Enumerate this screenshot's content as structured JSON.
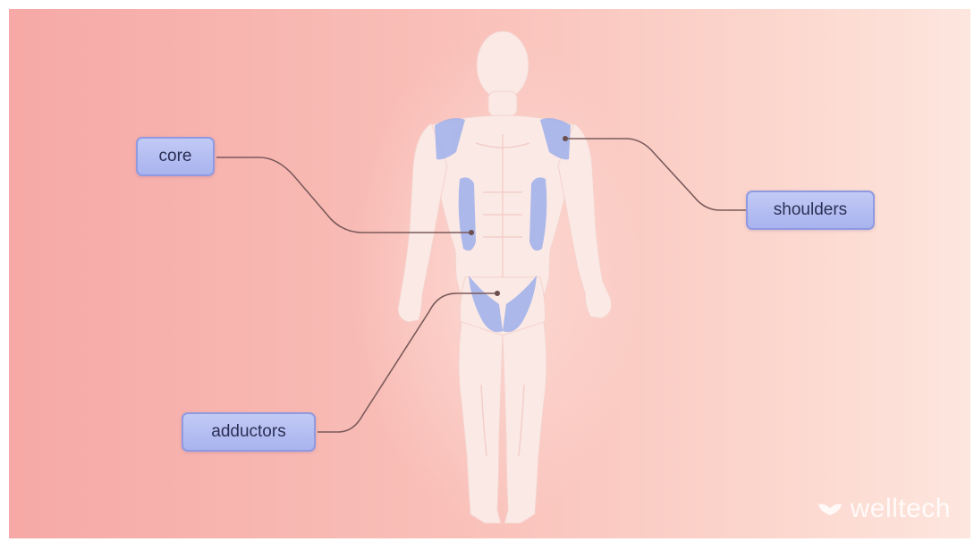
{
  "labels": {
    "core": "core",
    "shoulders": "shoulders",
    "adductors": "adductors"
  },
  "brand": {
    "name": "welltech"
  },
  "colors": {
    "background_left": "#f6a9a6",
    "background_right": "#fde6de",
    "body": "#fbe9e6",
    "muscle_highlight": "#9fb0ea",
    "label_fill": "#b3bcf0",
    "label_border": "#8f9ae0",
    "leader_line": "#7a5a5a"
  },
  "icons": {
    "brand_icon": "heart-chevron-icon"
  }
}
